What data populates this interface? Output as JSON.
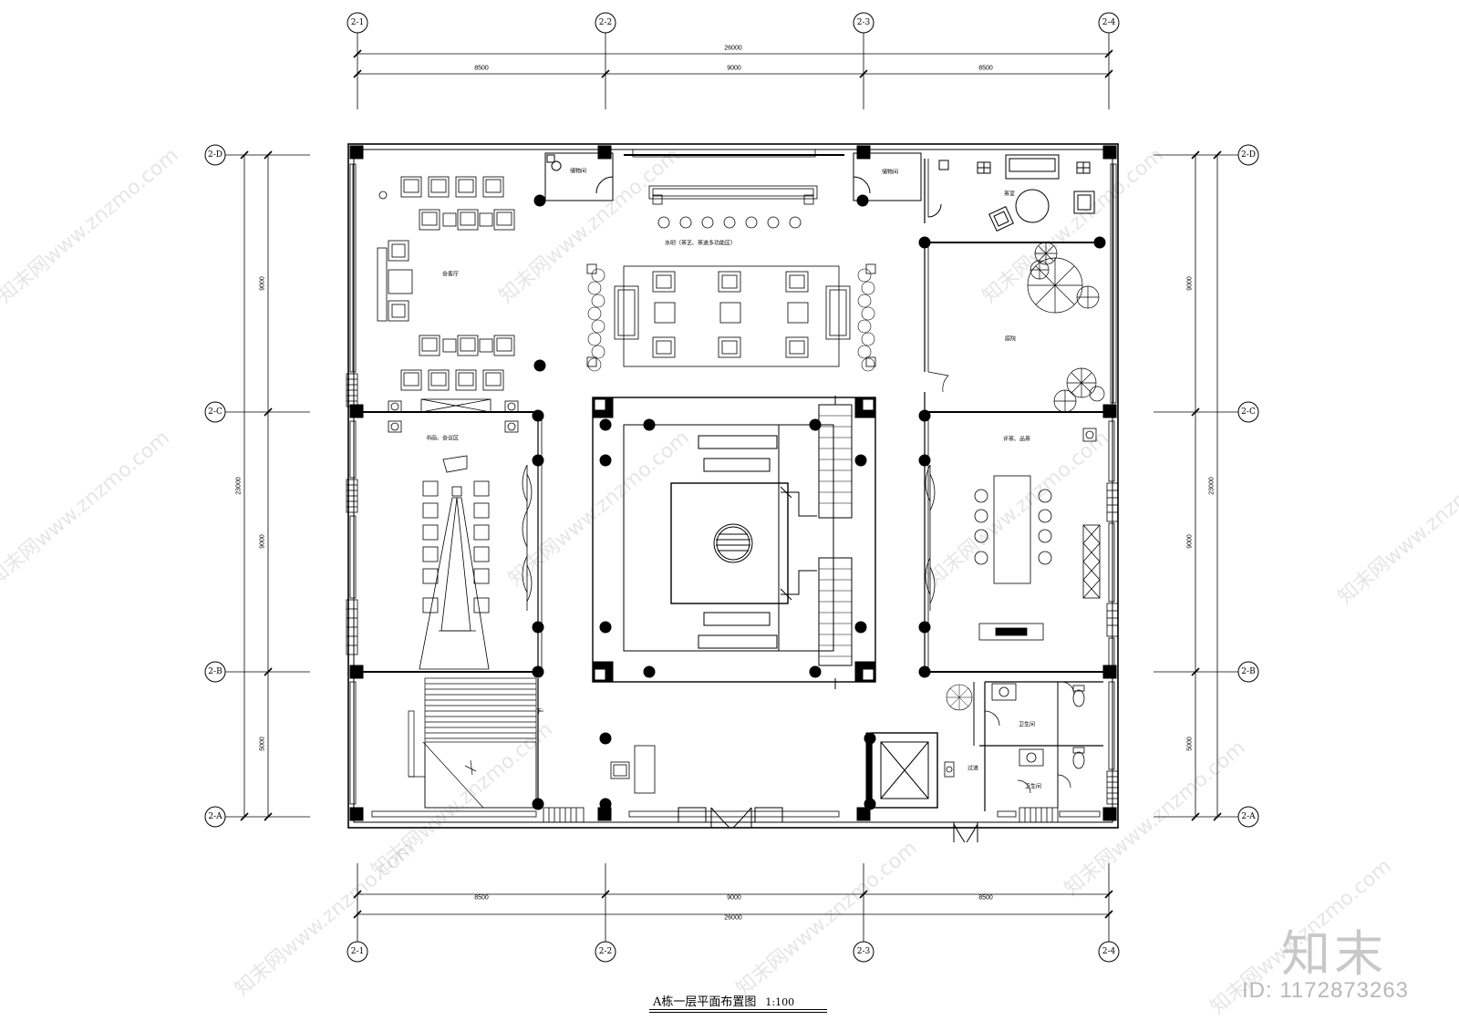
{
  "grid": {
    "columns": [
      "2-1",
      "2-2",
      "2-3",
      "2-4"
    ],
    "rows": [
      "2-D",
      "2-C",
      "2-B",
      "2-A"
    ]
  },
  "dimensions": {
    "top_total": "26000",
    "top_spans": [
      "8500",
      "9000",
      "8500"
    ],
    "bottom_spans": [
      "8500",
      "9000",
      "8500"
    ],
    "bottom_total": "26000",
    "left_total": "23000",
    "left_spans": [
      "9000",
      "9000",
      "5000"
    ],
    "right_total": "23000",
    "right_spans": [
      "9000",
      "9000",
      "5000"
    ]
  },
  "rooms": {
    "reception": "会客厅",
    "bar": "水吧（茶艺、茶道多功能区）",
    "tea_room": "茶室",
    "courtyard": "庭院",
    "calligraphy": "书画、会议区",
    "tea_tasting": "评茶、品茶",
    "toilet_1": "卫生间",
    "toilet_2": "卫生间",
    "corridor": "过道",
    "storage_left": "储物间",
    "storage_right": "储物间",
    "stair_down": "下"
  },
  "title": {
    "text": "A栋一层平面布置图",
    "scale": "1:100"
  },
  "watermark": {
    "text": "知末网www.znzmo.com",
    "logo": "知末",
    "id": "ID: 1172873263"
  }
}
